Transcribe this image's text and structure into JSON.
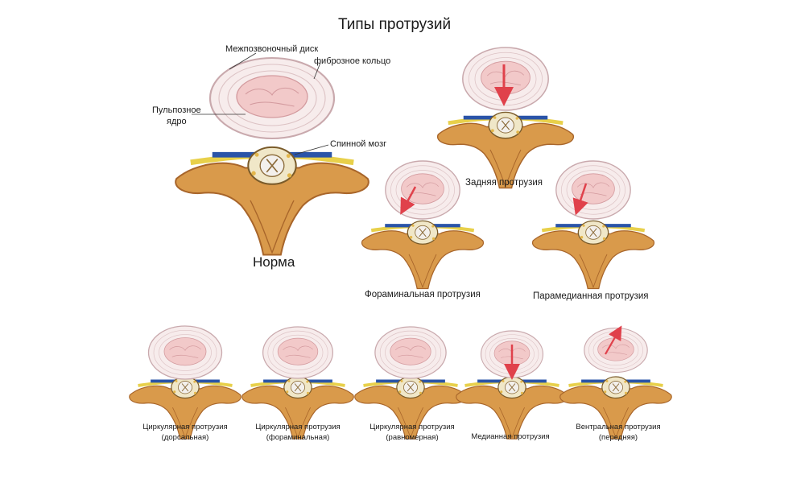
{
  "title": "Типы протрузий",
  "labels": {
    "disc": "Межпозвоночный диск",
    "annulus": "фиброзное кольцо",
    "nucleus_line1": "Пульпозное",
    "nucleus_line2": "ядро",
    "spinal_cord": "Спинной мозг",
    "norm": "Норма",
    "posterior": "Задняя протрузия",
    "foraminal": "Фораминальная протрузия",
    "paramedian": "Парамедианная протрузия"
  },
  "bottom_captions": [
    {
      "line1": "Циркулярная протрузия",
      "line2": "(дорсальная)"
    },
    {
      "line1": "Циркулярная протрузия",
      "line2": "(фораминальная)"
    },
    {
      "line1": "Циркулярная протрузия",
      "line2": "(равномерная)"
    },
    {
      "line1": "Медианная протрузия",
      "line2": ""
    },
    {
      "line1": "Вентральная протрузия",
      "line2": "(передняя)"
    }
  ],
  "colors": {
    "disc_fill": "#f7ecec",
    "disc_ring": "#c9a9ad",
    "nucleus": "#f2c9c9",
    "nucleus_line": "#d39a9e",
    "bone": "#d99a4b",
    "bone_dark": "#a8652a",
    "nerve_blue": "#2a54a8",
    "nerve_yellow": "#e8d04a",
    "arrow": "#e0414b"
  }
}
